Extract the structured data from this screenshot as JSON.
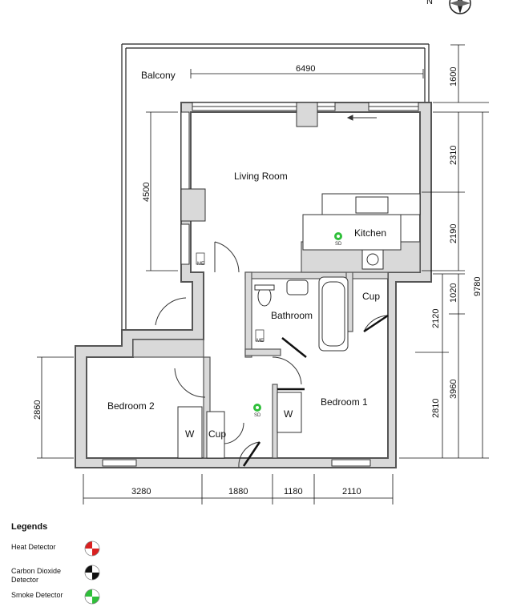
{
  "rooms": {
    "balcony": "Balcony",
    "living_room": "Living Room",
    "kitchen": "Kitchen",
    "bathroom": "Bathroom",
    "cupboard_bath": "Cup",
    "bedroom1": "Bedroom 1",
    "bedroom2": "Bedroom 2",
    "cupboard_hall": "Cup",
    "wardrobe1": "W",
    "wardrobe2": "W"
  },
  "detector_tags": {
    "smoke_kitchen": "SD",
    "smoke_hall": "SD",
    "meter_living": "ME",
    "meter_hall": "ME"
  },
  "dimensions": {
    "top_width": "6490",
    "balcony_depth": "1600",
    "living_right": "2310",
    "kitchen_right": "2190",
    "bath_upper": "1020",
    "bath_lower": "2120",
    "bed_right": "3960",
    "bed_lower": "2810",
    "overall_height": "9780",
    "living_left": "4500",
    "bedroom2_left": "2860",
    "bottom_1": "3280",
    "bottom_2": "1880",
    "bottom_3": "1180",
    "bottom_4": "2110"
  },
  "compass": {
    "north_label": "N"
  },
  "legend": {
    "title": "Legends",
    "items": [
      {
        "label": "Heat Detector",
        "color": "#d92020"
      },
      {
        "label": "Carbon Dioxide Detector",
        "color": "#111111"
      },
      {
        "label": "Smoke Detector",
        "color": "#2fbf3a"
      }
    ]
  }
}
